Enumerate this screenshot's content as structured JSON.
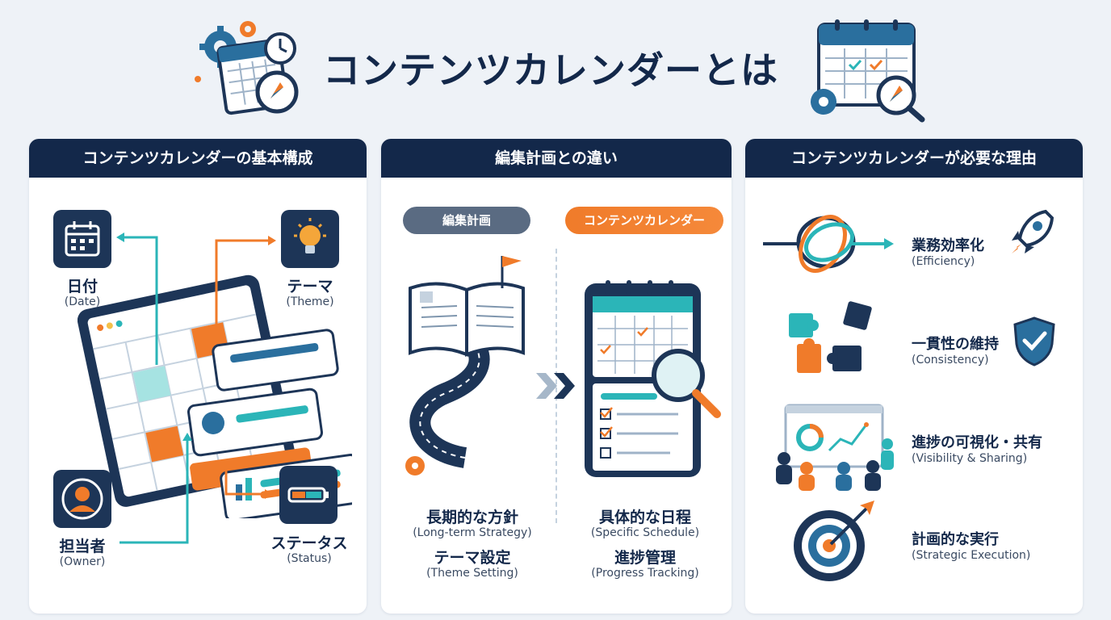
{
  "title": "コンテンツカレンダーとは",
  "colors": {
    "navy": "#13284a",
    "teal": "#2bb5b8",
    "orange": "#f07b2a",
    "slate": "#5a6b82"
  },
  "panels": {
    "left": {
      "header": "コンテンツカレンダーの基本構成",
      "items": [
        {
          "label": "日付",
          "sub": "(Date)",
          "icon": "calendar-icon"
        },
        {
          "label": "テーマ",
          "sub": "(Theme)",
          "icon": "lightbulb-icon"
        },
        {
          "label": "担当者",
          "sub": "(Owner)",
          "icon": "person-icon"
        },
        {
          "label": "ステータス",
          "sub": "(Status)",
          "icon": "battery-icon"
        }
      ]
    },
    "middle": {
      "header": "編集計画との違い",
      "left_pill": "編集計画",
      "right_pill": "コンテンツカレンダー",
      "left_items": [
        {
          "label": "長期的な方針",
          "sub": "(Long-term Strategy)"
        },
        {
          "label": "テーマ設定",
          "sub": "(Theme Setting)"
        }
      ],
      "right_items": [
        {
          "label": "具体的な日程",
          "sub": "(Specific Schedule)"
        },
        {
          "label": "進捗管理",
          "sub": "(Progress Tracking)"
        }
      ]
    },
    "right": {
      "header": "コンテンツカレンダーが必要な理由",
      "items": [
        {
          "label": "業務効率化",
          "sub": "(Efficiency)",
          "icon": "rocket-icon"
        },
        {
          "label": "一貫性の維持",
          "sub": "(Consistency)",
          "icon": "shield-check-icon"
        },
        {
          "label": "進捗の可視化・共有",
          "sub": "(Visibility & Sharing)",
          "icon": "team-dashboard-icon"
        },
        {
          "label": "計画的な実行",
          "sub": "(Strategic Execution)",
          "icon": "target-icon"
        }
      ]
    }
  }
}
